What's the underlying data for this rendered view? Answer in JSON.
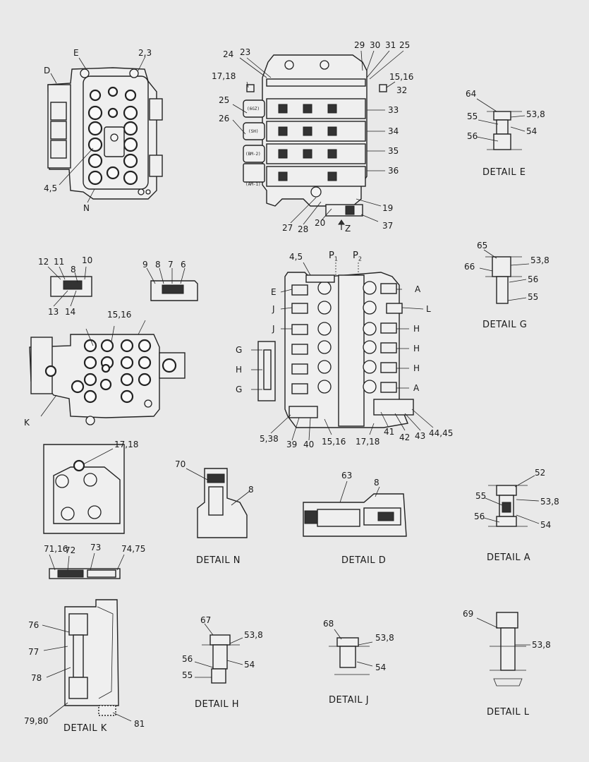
{
  "views": {
    "top_left": {
      "labels": [
        "E",
        "2,3",
        "D",
        "4,5",
        "N"
      ]
    },
    "top_middle": {
      "labels": [
        "24",
        "23",
        "29",
        "30",
        "31",
        "25",
        "17,18",
        "15,16",
        "32",
        "25",
        "26",
        "33",
        "34",
        "35",
        "36",
        "19",
        "27",
        "28",
        "20",
        "Z",
        "37"
      ],
      "inner_marks": [
        "(6GZ)",
        "(SH)",
        "(BM-2)",
        "(AM-1)"
      ]
    },
    "mid_left_small": {
      "labels": [
        "12",
        "11",
        "8",
        "10",
        "13",
        "14",
        "9",
        "8",
        "7",
        "6"
      ]
    },
    "mid_left": {
      "labels": [
        "15,16",
        "K"
      ]
    },
    "mid_center": {
      "labels": [
        "4,5",
        "P",
        "1",
        "P",
        "2",
        "E",
        "A",
        "J",
        "L",
        "J",
        "H",
        "G",
        "H",
        "H",
        "H",
        "G",
        "A",
        "5,38",
        "39",
        "40",
        "15,16",
        "17,18",
        "41",
        "42",
        "43",
        "44,45"
      ]
    },
    "lower_left": {
      "labels": [
        "17,18",
        "71,16",
        "72",
        "73",
        "74,75"
      ]
    }
  },
  "details": {
    "E": {
      "title": "DETAIL E",
      "labels": [
        "64",
        "55",
        "53,8",
        "56",
        "54"
      ]
    },
    "G": {
      "title": "DETAIL G",
      "labels": [
        "65",
        "53,8",
        "66",
        "56",
        "55"
      ]
    },
    "N": {
      "title": "DETAIL N",
      "labels": [
        "70",
        "8"
      ]
    },
    "D": {
      "title": "DETAIL D",
      "labels": [
        "63",
        "8"
      ]
    },
    "A": {
      "title": "DETAIL A",
      "labels": [
        "52",
        "55",
        "53,8",
        "56",
        "54"
      ]
    },
    "K": {
      "title": "DETAIL K",
      "labels": [
        "76",
        "77",
        "78",
        "79,80",
        "81"
      ]
    },
    "H": {
      "title": "DETAIL H",
      "labels": [
        "67",
        "53,8",
        "56",
        "54",
        "55"
      ]
    },
    "J": {
      "title": "DETAIL J",
      "labels": [
        "68",
        "53,8",
        "54"
      ]
    },
    "L": {
      "title": "DETAIL L",
      "labels": [
        "69",
        "53,8"
      ]
    }
  }
}
